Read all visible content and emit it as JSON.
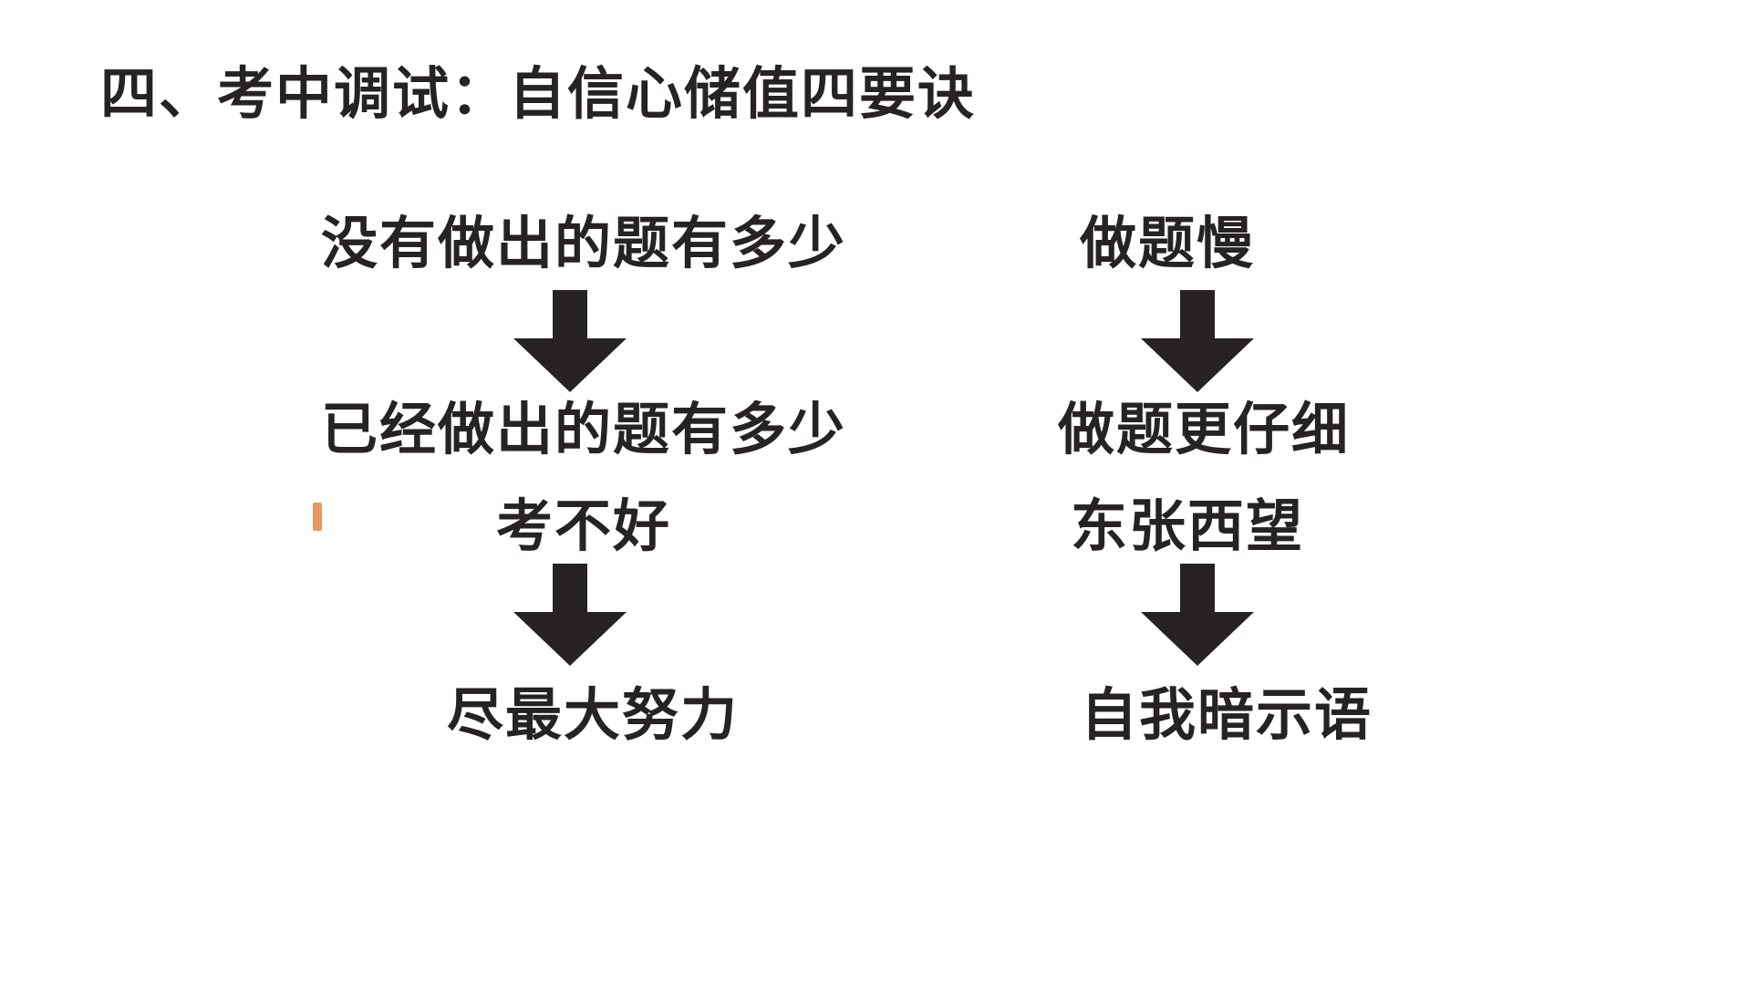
{
  "slide": {
    "title": "四、考中调试：自信心储值四要诀"
  },
  "diagram": {
    "left_flow": {
      "steps": [
        "没有做出的题有多少",
        "已经做出的题有多少",
        "考不好",
        "尽最大努力"
      ]
    },
    "right_flow": {
      "steps": [
        "做题慢",
        "做题更仔细",
        "东张西望",
        "自我暗示语"
      ]
    },
    "colors": {
      "text": "#272324",
      "arrow": "#272324",
      "highlight_bar": "#E8975F",
      "background": "#FFFFFF"
    }
  }
}
